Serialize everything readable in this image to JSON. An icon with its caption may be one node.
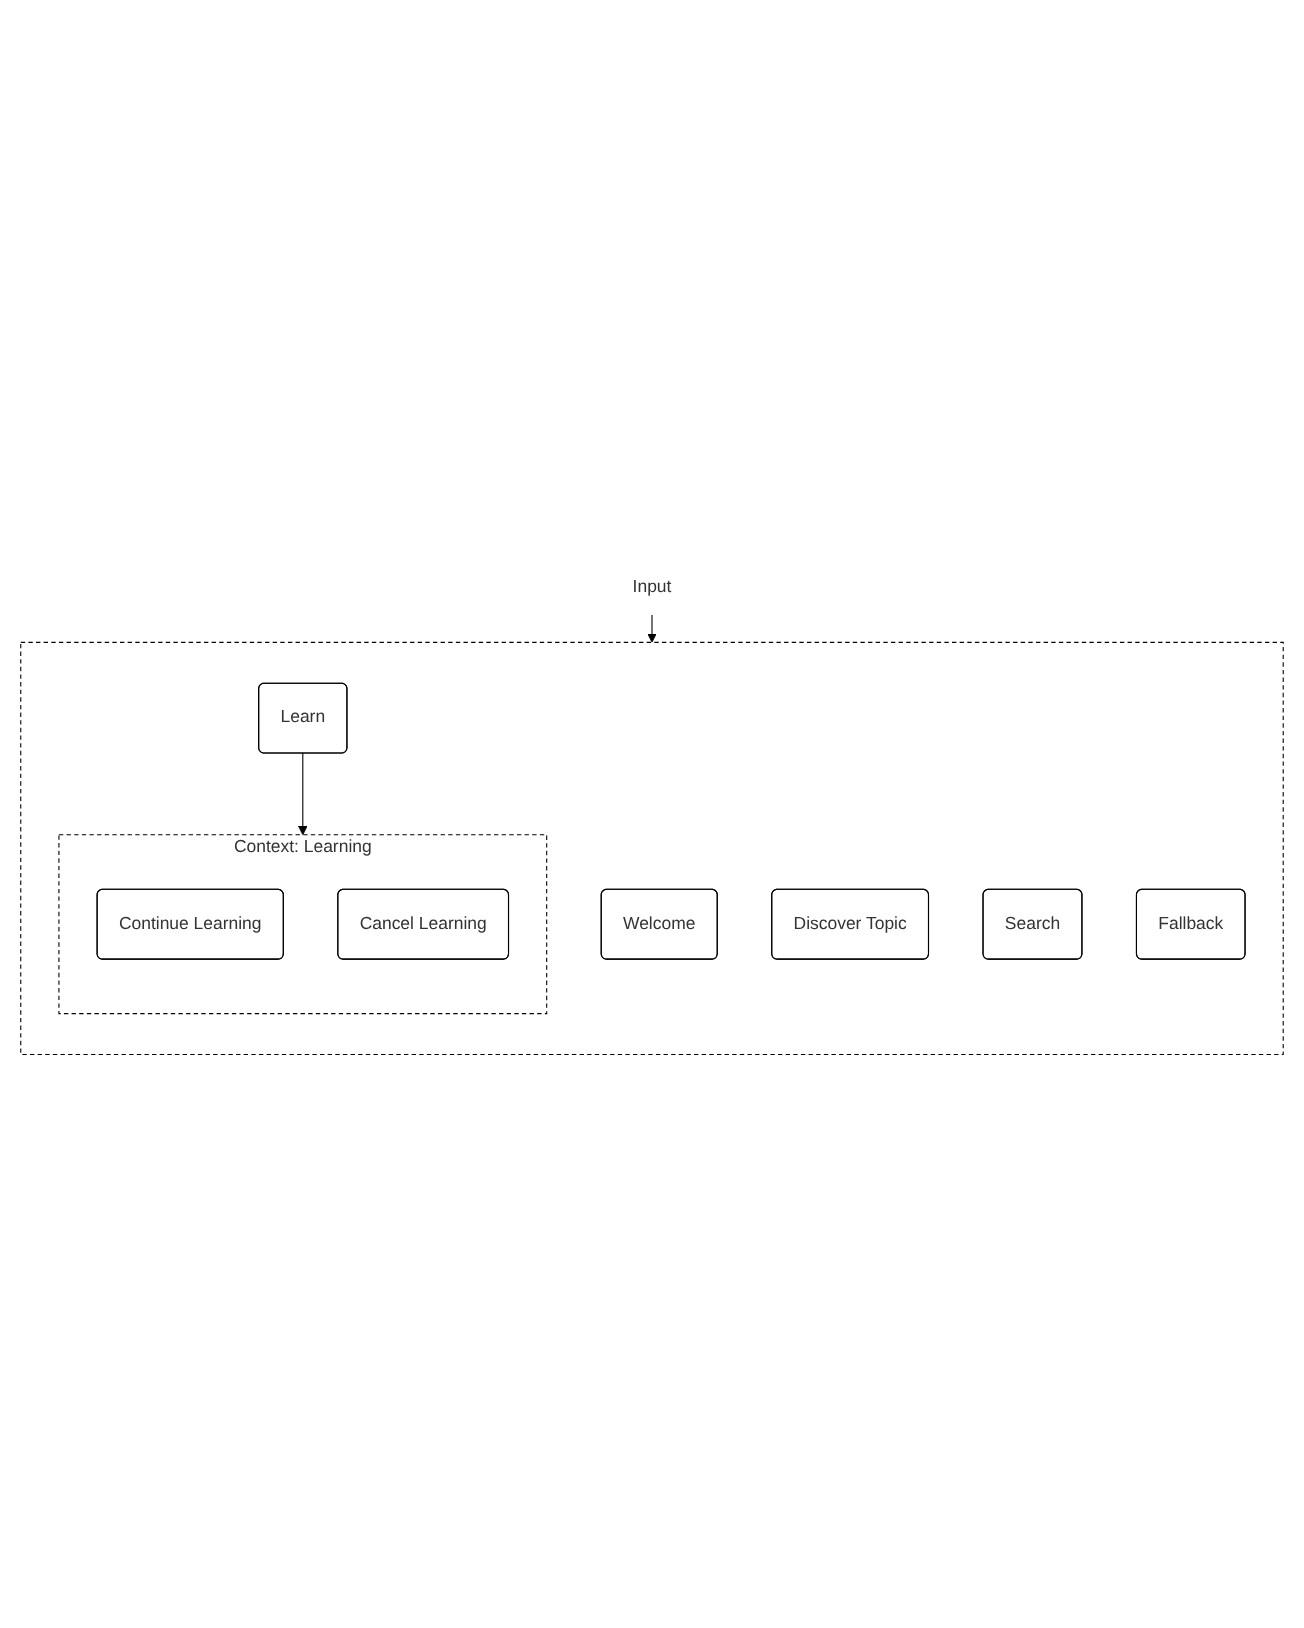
{
  "diagram": {
    "nodes": [
      {
        "text": [
          "Input"
        ]
      },
      {
        "text": [],
        "shape": "box"
      },
      {
        "text": [
          "Welcome"
        ],
        "in": 1
      },
      {
        "text": [
          "Discover Topic"
        ],
        "in": 1
      },
      {
        "text": [
          "Search"
        ],
        "in": 1
      },
      {
        "text": [
          "Fallback"
        ],
        "in": 1
      },
      {
        "text": [
          "Learn"
        ],
        "in": 1
      },
      {
        "text": [
          "Context: Learning"
        ],
        "in": 1
      },
      {
        "text": [
          "Continue Learning"
        ],
        "in": 7
      },
      {
        "text": [
          "Cancel Learning"
        ],
        "in": 7
      }
    ],
    "edges": [
      {
        "from": 0,
        "to": 1,
        "arrow": "to"
      },
      {
        "from": 6,
        "to": 7,
        "arrow": "to"
      }
    ]
  }
}
